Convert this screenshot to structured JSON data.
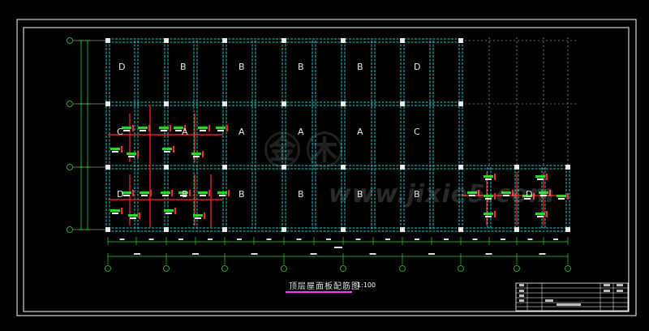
{
  "drawing": {
    "title": "顶层屋面板配筋图",
    "scale": "1:100",
    "watermark": "www.jixie5.com",
    "colors": {
      "background": "#000000",
      "frame": "#ffffff",
      "grid": "#2fd6d6",
      "beam": "#27c7c7",
      "rebar_red": "#ff2a2a",
      "rebar_green": "#29d629",
      "dim": "#2fd62f",
      "title_line": "#ff3cff"
    }
  },
  "slab_labels": {
    "row1": [
      "D",
      "B",
      "B",
      "B",
      "B",
      "D"
    ],
    "row2": [
      "C",
      "A",
      "A",
      "A",
      "A",
      "C"
    ],
    "row3": [
      "D",
      "B",
      "B",
      "B",
      "B",
      "B",
      "D"
    ]
  }
}
